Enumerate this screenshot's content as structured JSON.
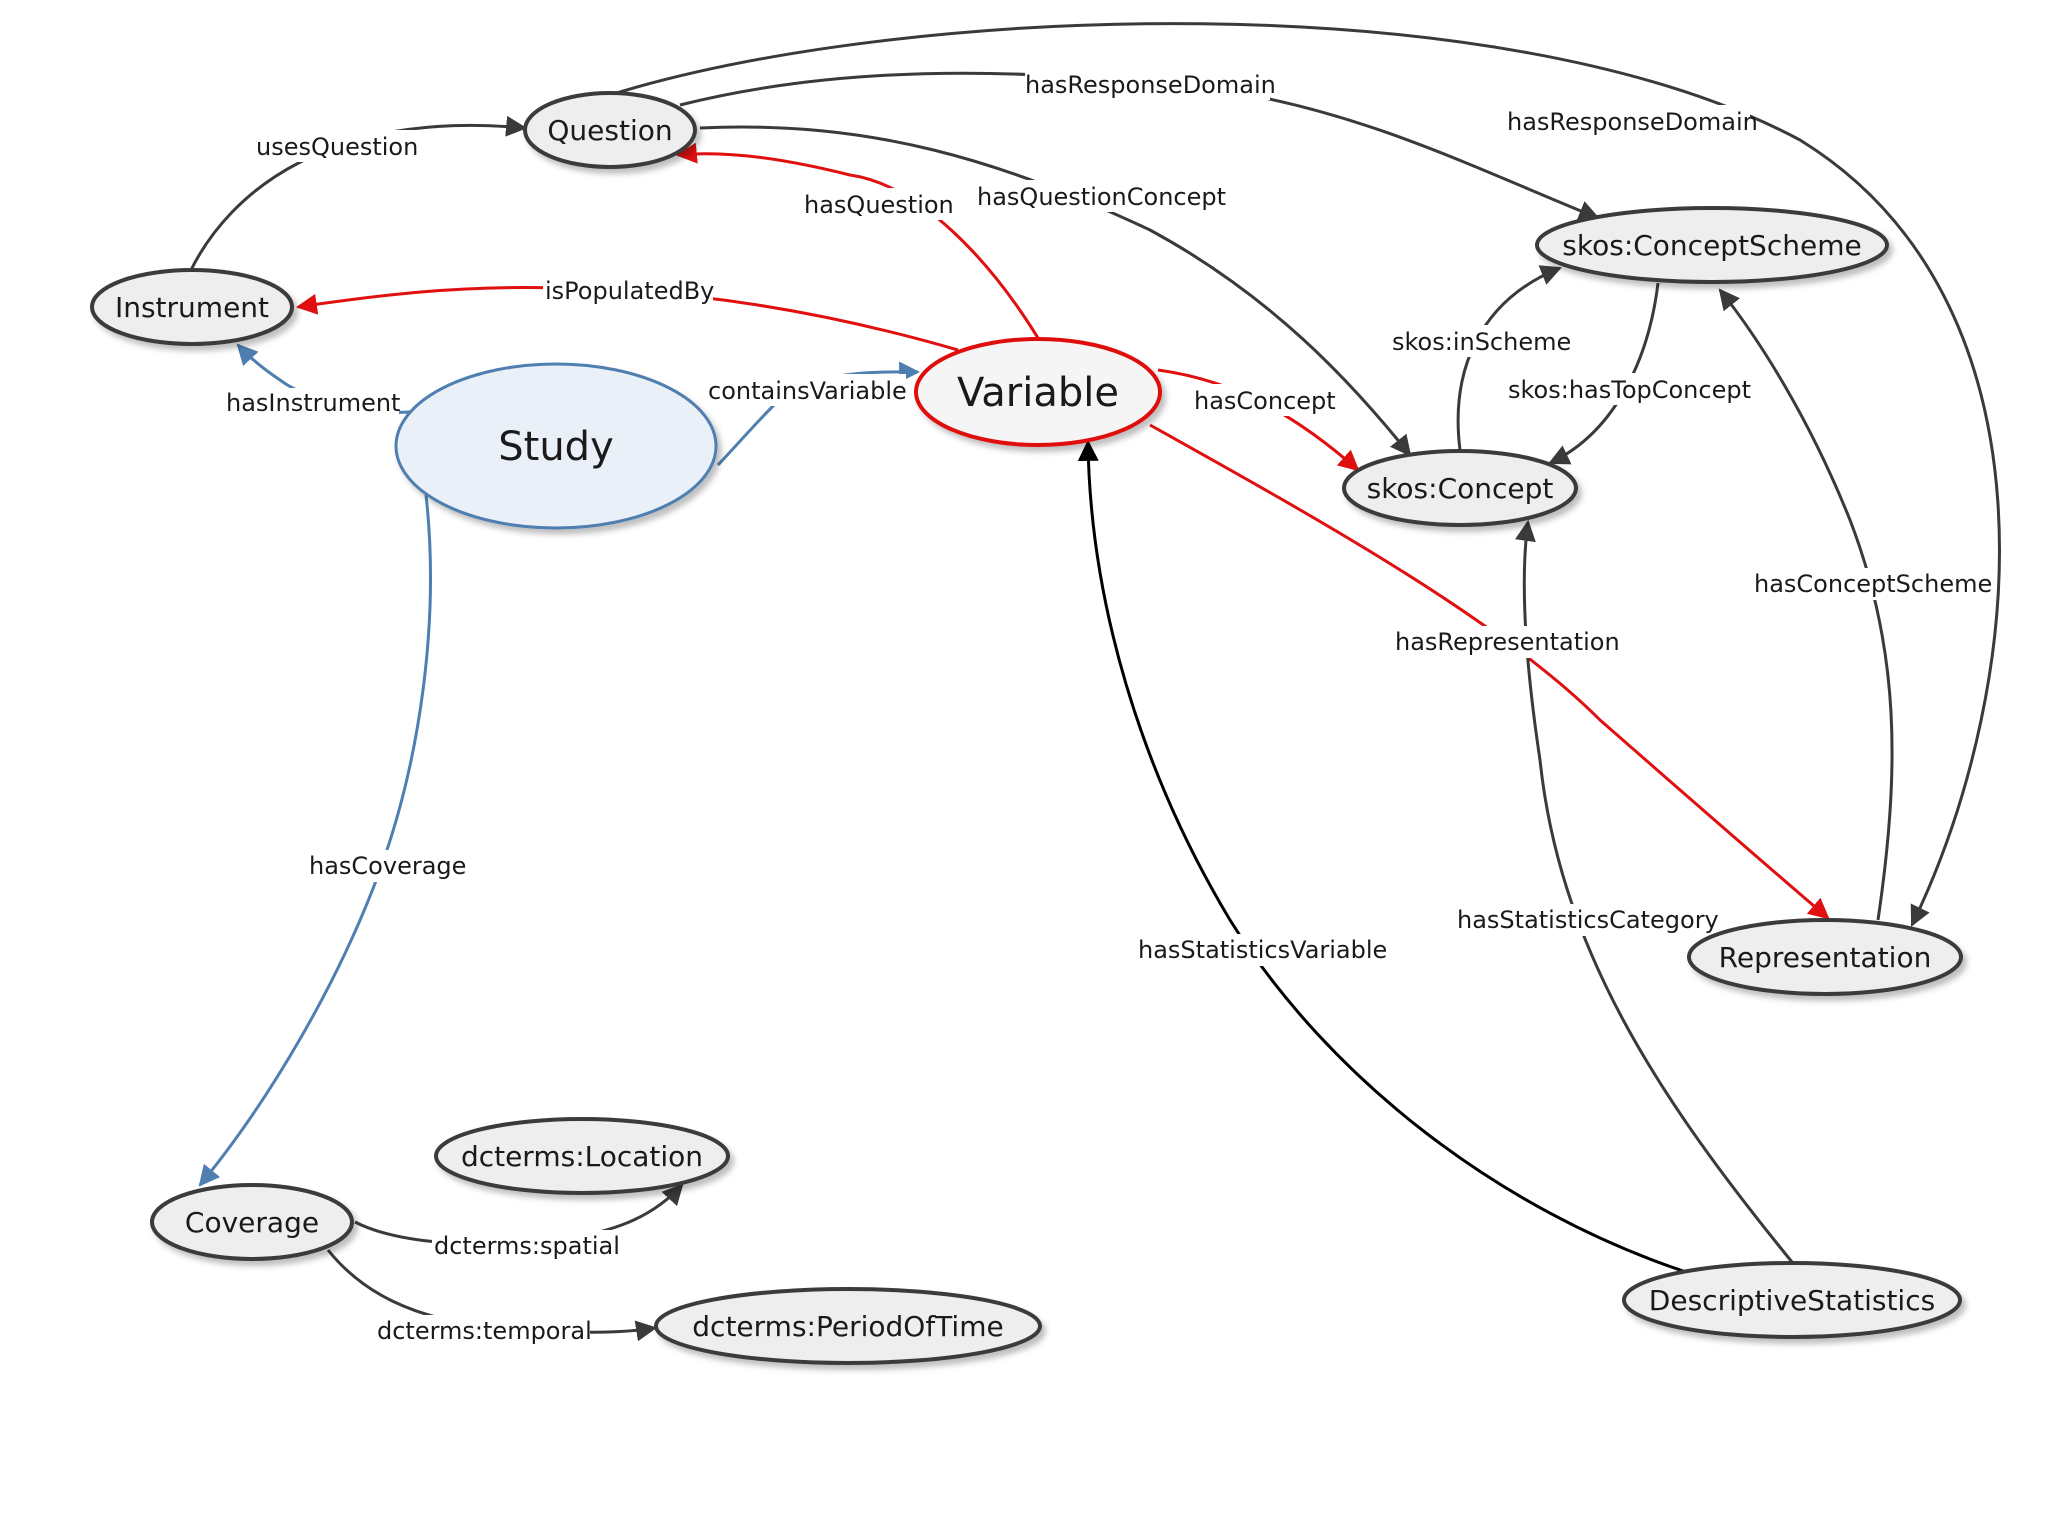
{
  "colors": {
    "default": "#3a3a3a",
    "red": "#e01010",
    "blue": "#4f7fb0",
    "black": "#000000"
  },
  "nodes": {
    "question": "Question",
    "instrument": "Instrument",
    "study": "Study",
    "variable": "Variable",
    "concept_scheme": "skos:ConceptScheme",
    "concept": "skos:Concept",
    "representation": "Representation",
    "coverage": "Coverage",
    "location": "dcterms:Location",
    "period_of_time": "dcterms:PeriodOfTime",
    "descriptive_statistics": "DescriptiveStatistics"
  },
  "edges": {
    "uses_question": "usesQuestion",
    "has_response_domain_1": "hasResponseDomain",
    "has_response_domain_2": "hasResponseDomain",
    "has_question": "hasQuestion",
    "has_question_concept": "hasQuestionConcept",
    "is_populated_by": "isPopulatedBy",
    "has_instrument": "hasInstrument",
    "contains_variable": "containsVariable",
    "has_concept": "hasConcept",
    "skos_in_scheme": "skos:inScheme",
    "skos_has_top_concept": "skos:hasTopConcept",
    "has_concept_scheme": "hasConceptScheme",
    "has_representation": "hasRepresentation",
    "has_coverage": "hasCoverage",
    "has_statistics_variable": "hasStatisticsVariable",
    "has_statistics_category": "hasStatisticsCategory",
    "dcterms_spatial": "dcterms:spatial",
    "dcterms_temporal": "dcterms:temporal"
  }
}
